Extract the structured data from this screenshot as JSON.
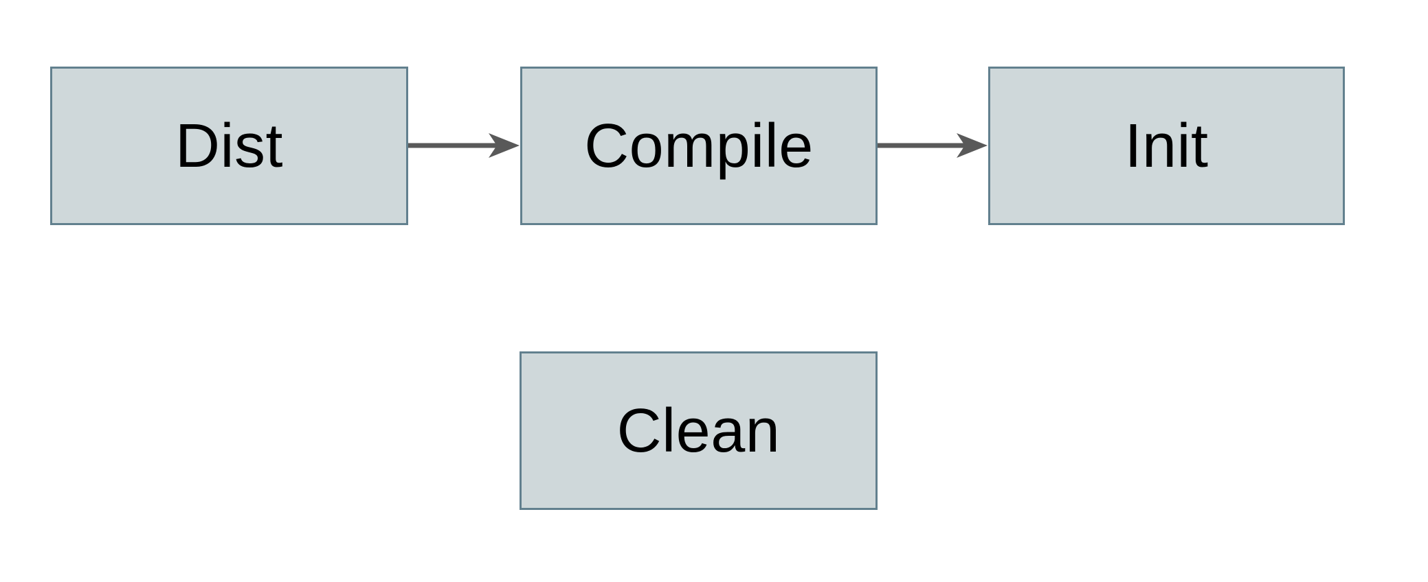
{
  "diagram": {
    "type": "flowchart",
    "colors": {
      "background": "#ffffff",
      "node_fill": "#cfd8da",
      "node_border": "#62808e",
      "arrow_color": "#595959",
      "text_color": "#000000"
    },
    "nodes": [
      {
        "id": "dist",
        "label": "Dist"
      },
      {
        "id": "compile",
        "label": "Compile"
      },
      {
        "id": "init",
        "label": "Init"
      },
      {
        "id": "clean",
        "label": "Clean"
      }
    ],
    "edges": [
      {
        "from": "Dist",
        "to": "Compile",
        "style": "arrow-right"
      },
      {
        "from": "Compile",
        "to": "Init",
        "style": "arrow-right"
      }
    ]
  }
}
